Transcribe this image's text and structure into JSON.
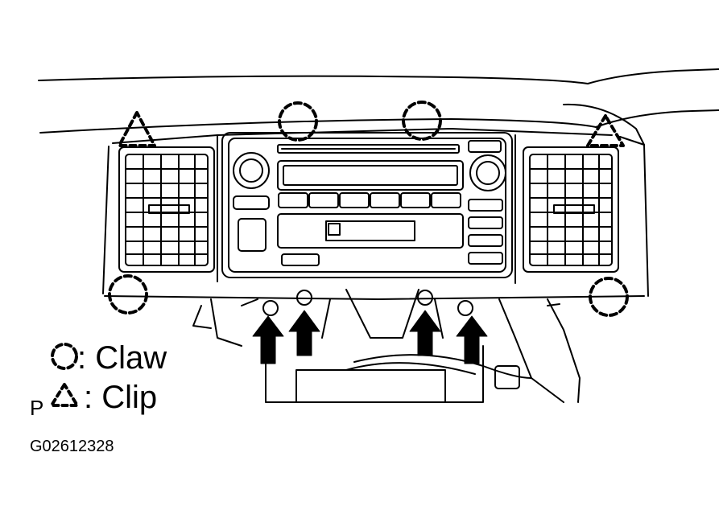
{
  "legend": {
    "claw_label": ": Claw",
    "clip_label": ": Clip",
    "claw_icon": "dashed-circle-icon",
    "clip_icon": "dashed-triangle-icon"
  },
  "page_marker": "P",
  "figure_code": "G02612328",
  "colors": {
    "line": "#000000",
    "background": "#ffffff"
  }
}
